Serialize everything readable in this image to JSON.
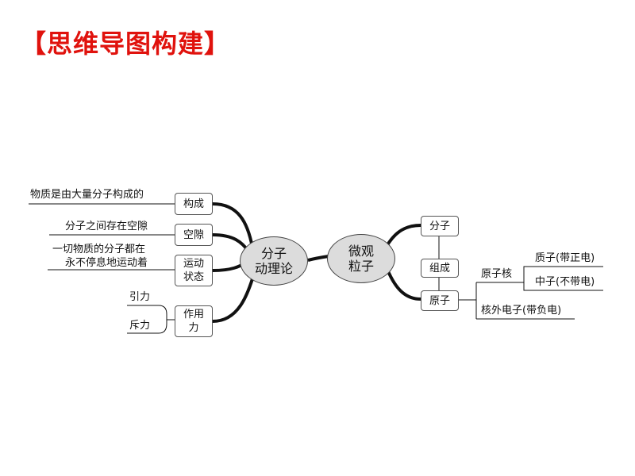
{
  "title": "【思维导图构建】",
  "center_left": {
    "line1": "分子",
    "line2": "动理论"
  },
  "center_right": {
    "line1": "微观",
    "line2": "粒子"
  },
  "left_branches": [
    {
      "label": "构成",
      "details": [
        "物质是由大量分子构成的"
      ]
    },
    {
      "label": "空隙",
      "details": [
        "分子之间存在空隙"
      ]
    },
    {
      "label_lines": [
        "运动",
        "状态"
      ],
      "details": [
        "一切物质的分子都在",
        "永不停息地运动着"
      ]
    },
    {
      "label_lines": [
        "作用",
        "力"
      ],
      "details": [
        "引力",
        "斥力"
      ]
    }
  ],
  "right_branches": {
    "molecule": "分子",
    "compose": "组成",
    "atom": "原子",
    "nucleus": "原子核",
    "proton": "质子(带正电)",
    "neutron": "中子(不带电)",
    "electron": "核外电子(带负电)"
  }
}
